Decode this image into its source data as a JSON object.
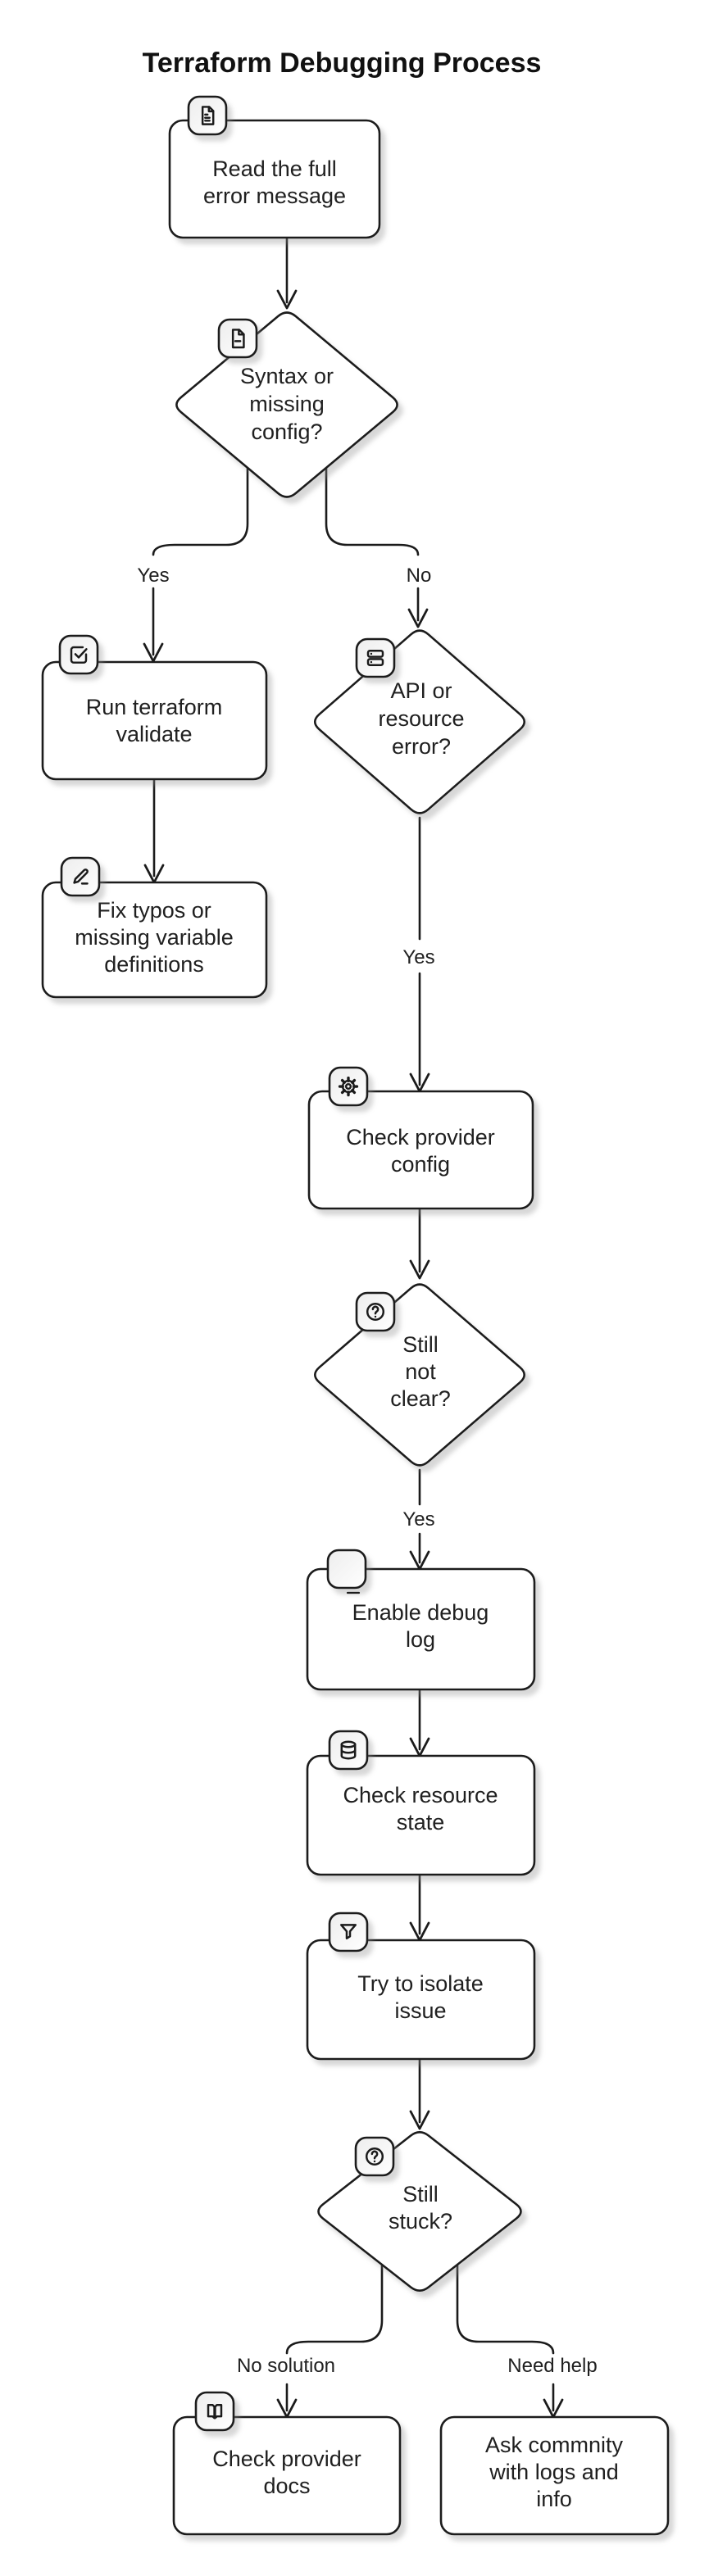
{
  "title": "Terraform Debugging Process",
  "nodes": {
    "read_error": {
      "lines": [
        "Read the full",
        "error message"
      ],
      "icon": "file-text"
    },
    "syntax_q": {
      "lines": [
        "Syntax or",
        "missing",
        "config?"
      ],
      "icon": "file-minus"
    },
    "run_validate": {
      "lines": [
        "Run terraform",
        "validate"
      ],
      "icon": "check-square"
    },
    "fix_typos": {
      "lines": [
        "Fix typos or",
        "missing variable",
        "definitions"
      ],
      "icon": "pencil"
    },
    "api_q": {
      "lines": [
        "API or",
        "resource",
        "error?"
      ],
      "icon": "server"
    },
    "check_provider": {
      "lines": [
        "Check provider",
        "config"
      ],
      "icon": "gear"
    },
    "not_clear_q": {
      "lines": [
        "Still",
        "not",
        "clear?"
      ],
      "icon": "question-circle"
    },
    "enable_debug": {
      "lines": [
        "Enable debug",
        "log"
      ],
      "icon": "blank"
    },
    "check_state": {
      "lines": [
        "Check resource",
        "state"
      ],
      "icon": "database"
    },
    "isolate": {
      "lines": [
        "Try to isolate",
        "issue"
      ],
      "icon": "filter"
    },
    "stuck_q": {
      "lines": [
        "Still",
        "stuck?"
      ],
      "icon": "question-circle"
    },
    "check_docs": {
      "lines": [
        "Check provider",
        "docs"
      ],
      "icon": "book-open"
    },
    "ask_community": {
      "lines": [
        "Ask commnity",
        "with logs and",
        "info"
      ],
      "icon": "none"
    }
  },
  "edge_labels": {
    "yes1": "Yes",
    "no1": "No",
    "yes2": "Yes",
    "yes3": "Yes",
    "no_solution": "No solution",
    "need_help": "Need help"
  },
  "colors": {
    "stroke": "#1b1b1b",
    "fill": "#ffffff",
    "shadow": "#8f8f8f",
    "text": "#202020"
  }
}
